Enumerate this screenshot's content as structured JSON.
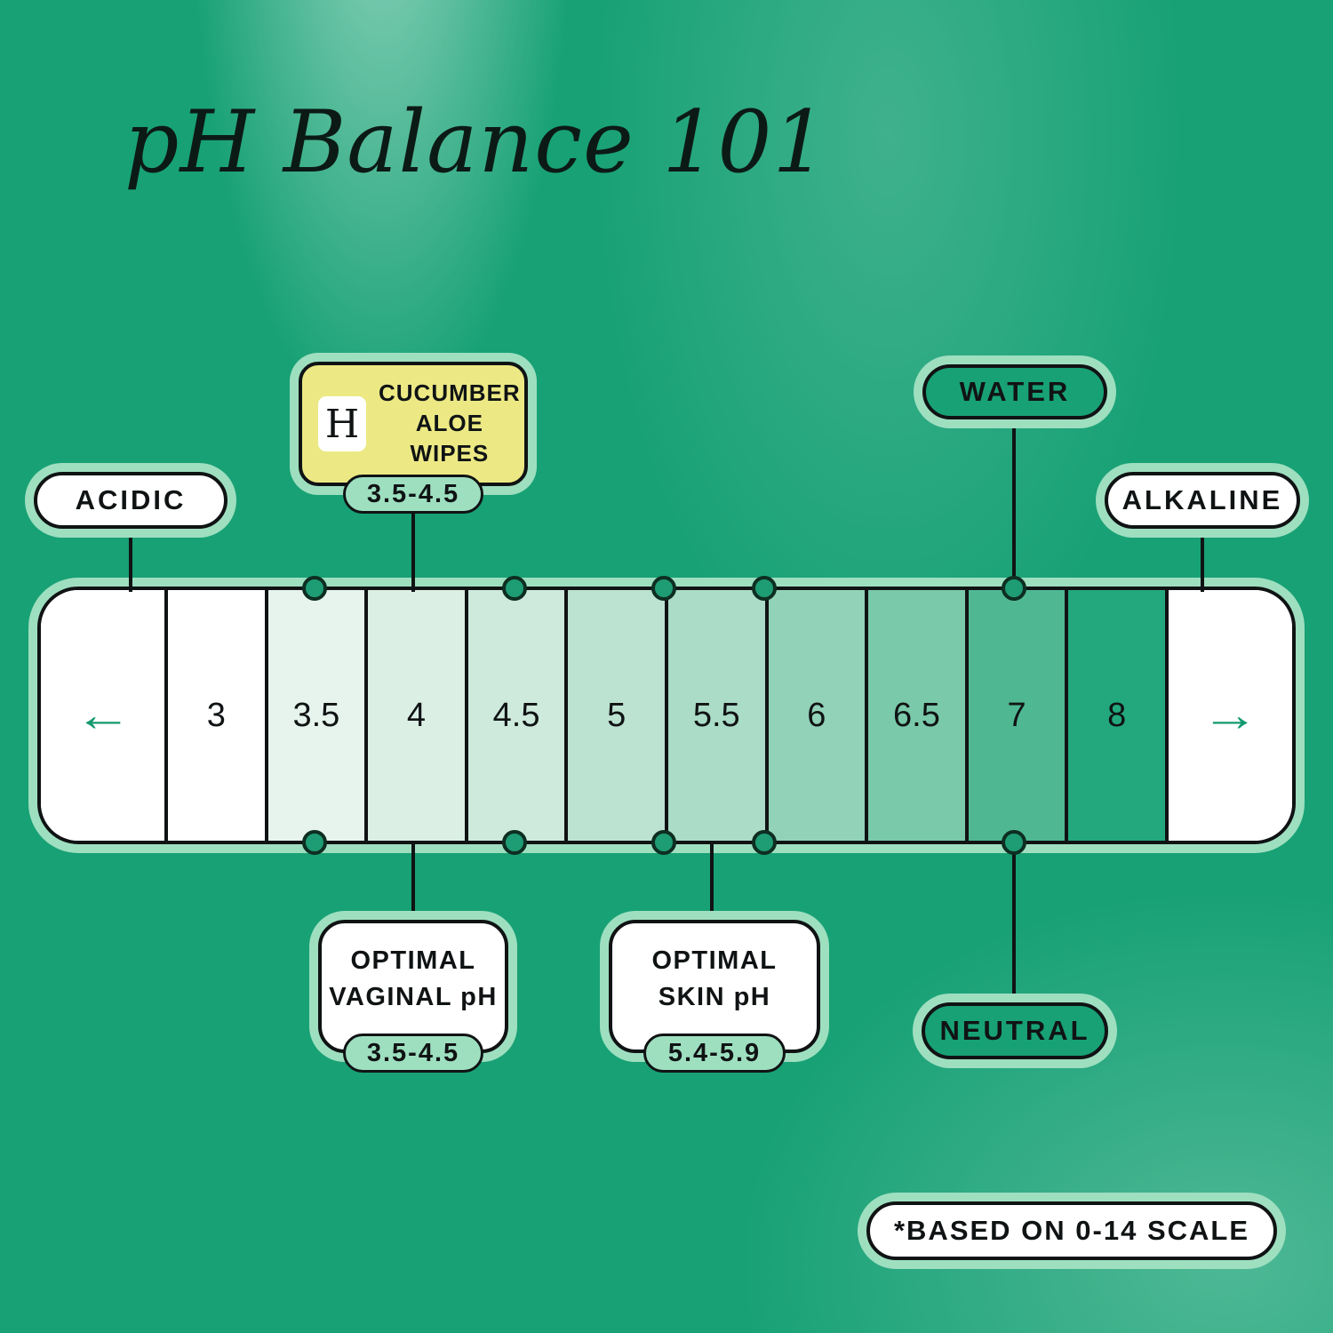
{
  "title": "pH Balance 101",
  "pills": {
    "acidic": "ACIDIC",
    "water": "WATER",
    "alkaline": "ALKALINE",
    "neutral": "NEUTRAL",
    "scale_note": "*BASED ON 0-14 SCALE"
  },
  "product_card": {
    "logo_letter": "H",
    "name_line1": "CUCUMBER",
    "name_line2": "ALOE WIPES",
    "ph_range": "3.5-4.5"
  },
  "callouts": {
    "vaginal": {
      "line1": "OPTIMAL",
      "line2": "VAGINAL pH",
      "ph_range": "3.5-4.5"
    },
    "skin": {
      "line1": "OPTIMAL",
      "line2": "SKIN pH",
      "ph_range": "5.4-5.9"
    }
  },
  "scale": {
    "left_arrow": "←",
    "right_arrow": "→",
    "cells": [
      "3",
      "3.5",
      "4",
      "4.5",
      "5",
      "5.5",
      "6",
      "6.5",
      "7",
      "8"
    ]
  },
  "colors": {
    "background": "#18a175",
    "glow": "#9edfc0",
    "outline": "#101314",
    "accent_yellow": "#ece985",
    "range_pill_green": "#9edfc0",
    "arrow_teal": "#13996f",
    "cell_colors": [
      "#ffffff",
      "#e7f4ed",
      "#dbefe5",
      "#cdeadd",
      "#bce3d2",
      "#aadcc7",
      "#92d2b8",
      "#79c9aa",
      "#4fb893",
      "#22a87c"
    ]
  }
}
